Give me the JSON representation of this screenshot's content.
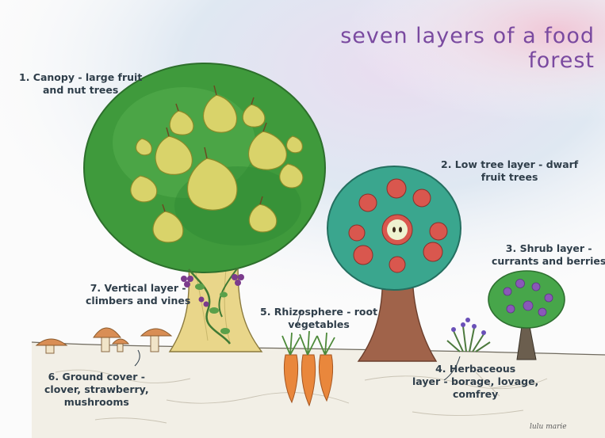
{
  "title": "seven layers of a food forest",
  "signature": "lulu marie",
  "layers": [
    {
      "lines": [
        "1. Canopy - large fruit",
        "and nut trees"
      ]
    },
    {
      "lines": [
        "2. Low tree layer - dwarf",
        "fruit trees"
      ]
    },
    {
      "lines": [
        "3. Shrub layer -",
        "currants and berries"
      ]
    },
    {
      "lines": [
        "4. Herbaceous",
        "layer - borage, lovage,",
        "comfrey"
      ]
    },
    {
      "lines": [
        "5. Rhizosphere - root",
        "vegetables"
      ]
    },
    {
      "lines": [
        "6. Ground cover -",
        "clover, strawberry,",
        "mushrooms"
      ]
    },
    {
      "lines": [
        "7. Vertical layer -",
        "climbers and vines"
      ]
    }
  ],
  "colors": {
    "canopy_green": "#3f9a3c",
    "pear": "#d9d36a",
    "apple_tree": "#3aa68e",
    "apple": "#d9574e",
    "trunk_brown": "#a0634a",
    "canopy_trunk": "#e9d68a",
    "grape": "#7b3b8c",
    "berry": "#8a58b8",
    "carrot": "#e9873c",
    "mushroom": "#d98e55",
    "title": "#7a4aa0"
  }
}
